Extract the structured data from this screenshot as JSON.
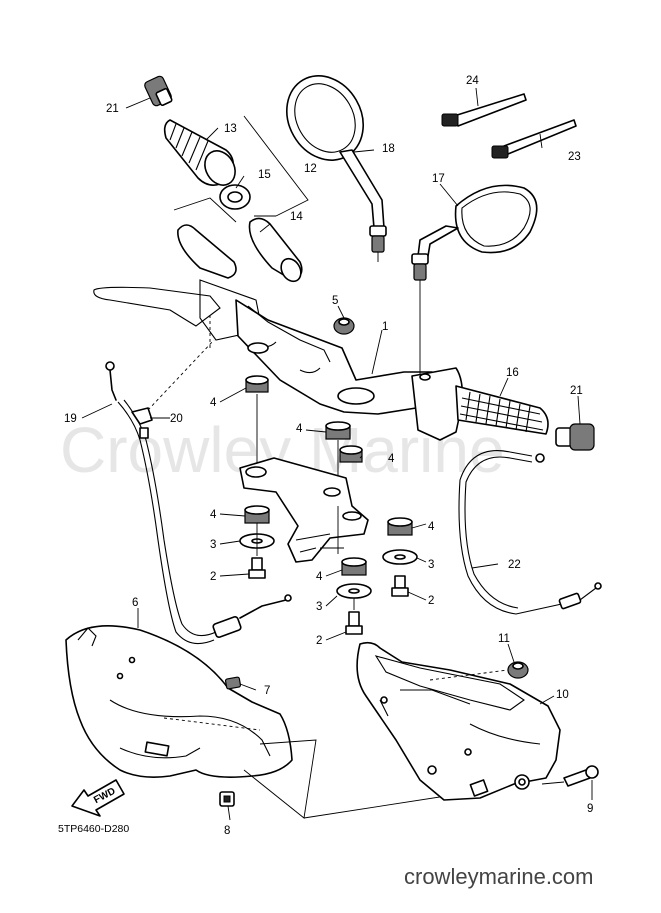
{
  "watermark": "Crowley Marine",
  "site_url": "crowleymarine.com",
  "diagram_code": "5TP6460-D280",
  "fwd_label": "FWD",
  "callouts": {
    "c1": "1",
    "c2a": "2",
    "c2b": "2",
    "c2c": "2",
    "c3a": "3",
    "c3b": "3",
    "c3c": "3",
    "c4a": "4",
    "c4b": "4",
    "c4c": "4",
    "c4d": "4",
    "c4e": "4",
    "c4f": "4",
    "c5": "5",
    "c6": "6",
    "c7": "7",
    "c8": "8",
    "c9": "9",
    "c10": "10",
    "c11": "11",
    "c12": "12",
    "c13": "13",
    "c14": "14",
    "c15": "15",
    "c16": "16",
    "c17": "17",
    "c18": "18",
    "c19": "19",
    "c20": "20",
    "c21a": "21",
    "c21b": "21",
    "c22": "22",
    "c23": "23",
    "c24": "24"
  }
}
